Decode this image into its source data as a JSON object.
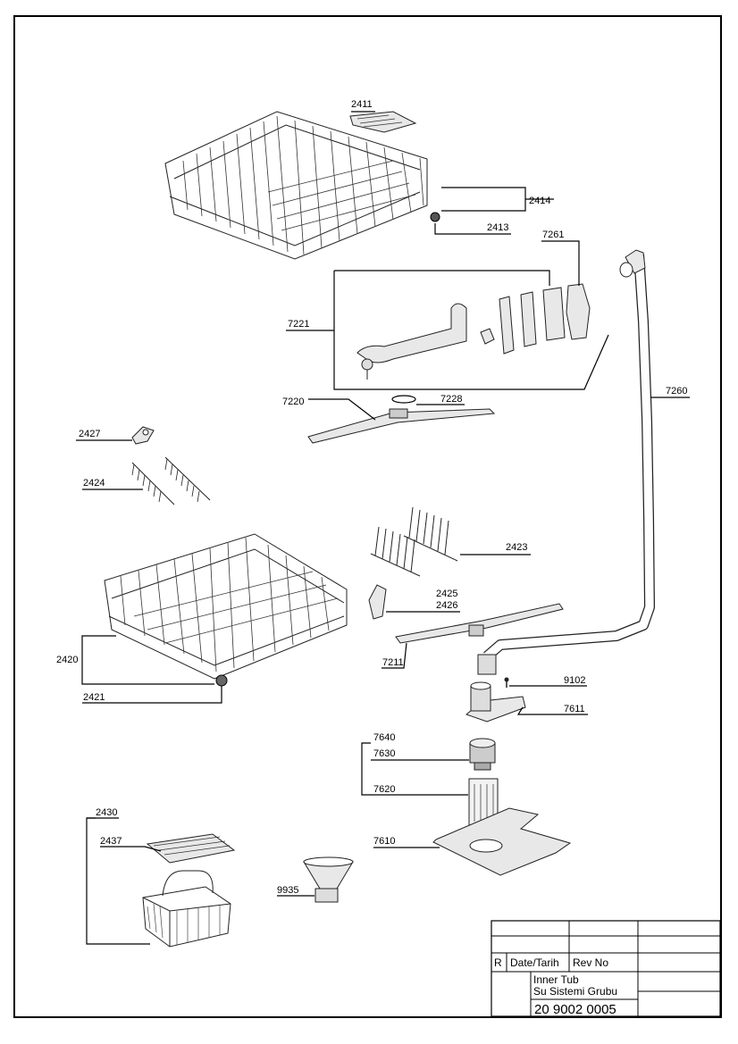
{
  "labels": {
    "p2411": "2411",
    "p2414": "2414",
    "p2413": "2413",
    "p7261": "7261",
    "p7221": "7221",
    "p7220": "7220",
    "p7228": "7228",
    "p7260": "7260",
    "p2427": "2427",
    "p2424": "2424",
    "p2423": "2423",
    "p2425": "2425",
    "p2426": "2426",
    "p2420": "2420",
    "p7211": "7211",
    "p2421": "2421",
    "p9102": "9102",
    "p7611": "7611",
    "p7640": "7640",
    "p7630": "7630",
    "p7620": "7620",
    "p2430": "2430",
    "p2437": "2437",
    "p7610": "7610",
    "p9935": "9935"
  },
  "title_block": {
    "rev_col_r": "R",
    "rev_col_date": "Date/Tarih",
    "rev_col_revno": "Rev No",
    "title_line1": "Inner Tub",
    "title_line2": "Su Sistemi Grubu",
    "drawing_number": "20 9002 0005"
  }
}
